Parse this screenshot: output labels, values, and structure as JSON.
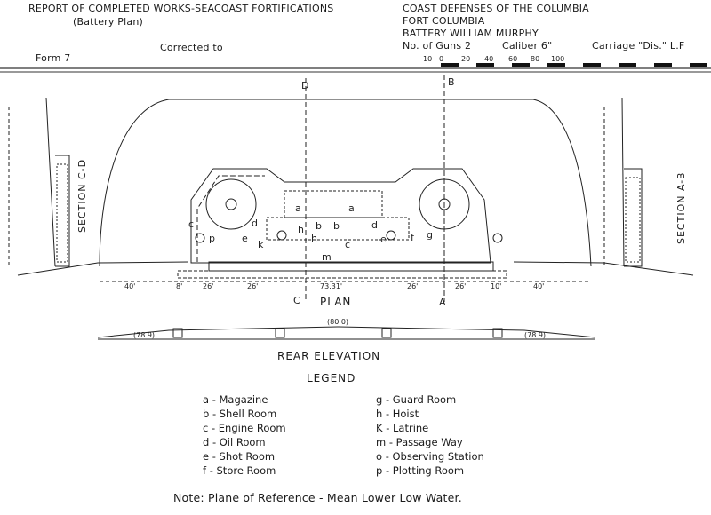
{
  "header": {
    "report_title": "REPORT OF COMPLETED WORKS-SEACOAST FORTIFICATIONS",
    "subtitle": "(Battery Plan)",
    "corrected_to": "Corrected to",
    "form": "Form 7",
    "defenses": "COAST DEFENSES OF THE COLUMBIA",
    "fort": "FORT COLUMBIA",
    "battery": "BATTERY WILLIAM MURPHY",
    "guns": "No. of Guns  2",
    "caliber": "Caliber  6\"",
    "carriage": "Carriage \"Dis.\" L.F"
  },
  "scale": {
    "ticks": [
      "10",
      "0",
      "20",
      "40",
      "60",
      "80",
      "100"
    ]
  },
  "plan": {
    "title": "PLAN",
    "section_cd": "SECTION C-D",
    "section_ab": "SECTION A-B",
    "marker_d": "D",
    "marker_b": "B",
    "marker_c": "C",
    "marker_a": "A",
    "dimensions": [
      "40'",
      "8'",
      "26'",
      "26'",
      "73.31'",
      "26'",
      "26'",
      "10'",
      "40'"
    ],
    "room_labels": [
      "c",
      "p",
      "e",
      "d",
      "a",
      "a",
      "h",
      "b",
      "b",
      "h",
      "k",
      "m",
      "c",
      "d",
      "e",
      "f",
      "g"
    ]
  },
  "elevation": {
    "title": "REAR ELEVATION",
    "top": "(80.0)",
    "left": "(78.9)",
    "right": "(78.9)"
  },
  "legend": {
    "title": "LEGEND",
    "left": [
      "a - Magazine",
      "b - Shell Room",
      "c - Engine Room",
      "d - Oil Room",
      "e - Shot Room",
      "f - Store Room"
    ],
    "right": [
      "g - Guard Room",
      "h - Hoist",
      "K - Latrine",
      "m - Passage Way",
      "o - Observing Station",
      "p - Plotting Room"
    ]
  },
  "note": "Note: Plane of Reference - Mean Lower Low Water."
}
